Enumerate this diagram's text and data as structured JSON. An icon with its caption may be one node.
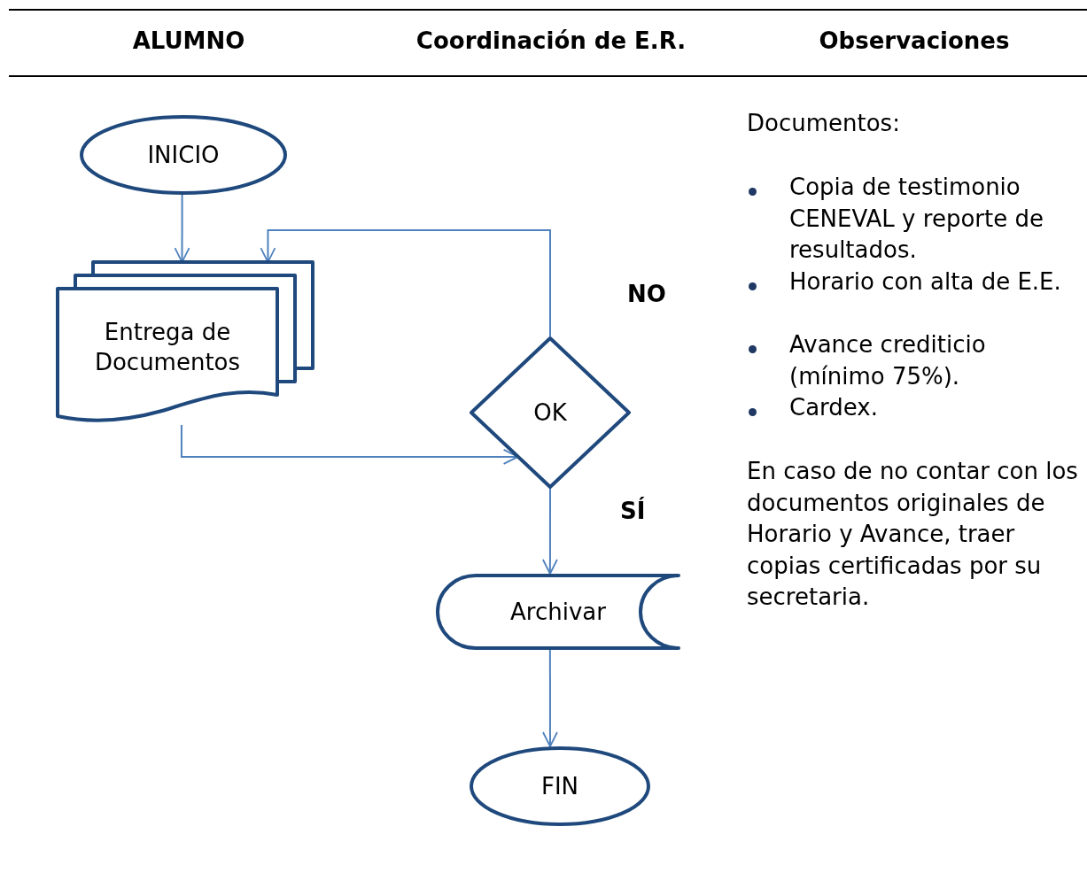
{
  "diagram": {
    "nodes": [
      {
        "text": [
          "INICIO"
        ]
      },
      {
        "text": [
          "Entrega de Documentos"
        ]
      },
      {
        "text": [
          "OK"
        ]
      },
      {
        "text": [
          "Archivar"
        ]
      },
      {
        "text": [
          "FIN"
        ]
      }
    ],
    "edges": [
      {
        "from": 0,
        "to": 1,
        "arrow": "to"
      },
      {
        "from": 1,
        "to": 2,
        "arrow": "to"
      },
      {
        "from": 2,
        "to": 1,
        "arrow": "to",
        "label": "NO"
      },
      {
        "from": 2,
        "to": 3,
        "arrow": "to",
        "label": "SÍ"
      },
      {
        "from": 3,
        "to": 4,
        "arrow": "to"
      }
    ],
    "labels": [
      "ALUMNO",
      "Coordinación de E.R.",
      "Observaciones",
      "Documentos:",
      "Copia de testimonio CENEVAL y reporte de resultados.",
      "Horario con alta de E.E.",
      "Avance crediticio (mínimo 75%).",
      "Cardex.",
      "En caso de no contar con los documentos originales de Horario y Avance, traer copias certificadas por su secretaria."
    ]
  }
}
